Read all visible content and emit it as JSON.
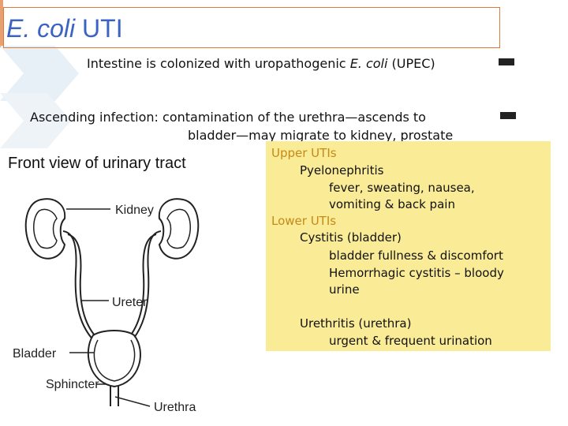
{
  "slide": {
    "title_italic": "E. coli",
    "title_rest": " UTI",
    "bullet1_pre": "Intestine is colonized with uropathogenic ",
    "bullet1_italic": "E. coli",
    "bullet1_post": " (UPEC)",
    "bullet2_line1": "Ascending infection: contamination of the urethra—ascends to",
    "bullet2_line2": "bladder—may migrate to kidney, prostate"
  },
  "box": {
    "upper_heading": "Upper UTIs",
    "pyelo": "Pyelonephritis",
    "pyelo_sym1": "fever, sweating, nausea,",
    "pyelo_sym2": "vomiting & back pain",
    "lower_heading": "Lower UTIs",
    "cystitis": "Cystitis (bladder)",
    "cystitis_sym": "bladder fullness & discomfort",
    "hemo1": "Hemorrhagic cystitis – bloody",
    "hemo2": "urine",
    "urethritis": "Urethritis (urethra)",
    "urethritis_sym": "urgent & frequent urination"
  },
  "diagram": {
    "title": "Front view of urinary tract",
    "label_kidney": "Kidney",
    "label_ureter": "Ureter",
    "label_bladder": "Bladder",
    "label_sphincter": "Sphincter",
    "label_urethra": "Urethra"
  },
  "colors": {
    "title": "#3b63c4",
    "frame": "#e07a3a",
    "box": "#faeb96",
    "heading": "#c48a1a"
  }
}
